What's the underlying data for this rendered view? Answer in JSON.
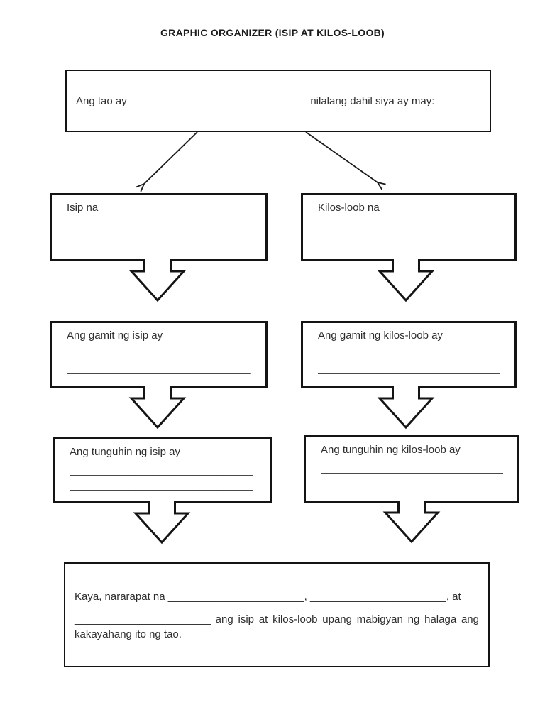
{
  "page": {
    "title": "GRAPHIC ORGANIZER (ISIP AT KILOS-LOOB)"
  },
  "premise_box": {
    "text": "Ang tao ay ______________________________ nilalang dahil siya ay may:"
  },
  "flow_boxes": [
    {
      "label": "Isip na",
      "blank1": "_______________________________",
      "blank2": "_______________________________"
    },
    {
      "label": "Kilos-loob na",
      "blank1": "_______________________________",
      "blank2": "_______________________________"
    },
    {
      "label": "Ang gamit ng isip ay",
      "blank1": "_______________________________",
      "blank2": "_______________________________"
    },
    {
      "label": "Ang gamit ng kilos-loob ay",
      "blank1": "_______________________________",
      "blank2": "_______________________________"
    },
    {
      "label": "Ang tunguhin ng isip ay",
      "blank1": "_______________________________",
      "blank2": "_______________________________"
    },
    {
      "label": "Ang tunguhin ng kilos-loob ay",
      "blank1": "_______________________________",
      "blank2": "_______________________________"
    }
  ],
  "conclusion_box": {
    "line1": "Kaya, nararapat na _______________________, _______________________, at",
    "line2": "_______________________ ang isip at kilos-loob upang mabigyan ng halaga ang",
    "line3": "kakayahang ito ng tao."
  },
  "colors": {
    "ink": "#141414",
    "paper": "#ffffff"
  }
}
